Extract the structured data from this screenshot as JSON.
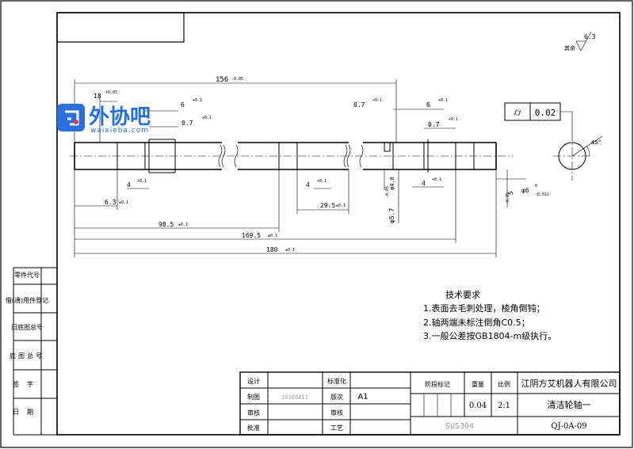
{
  "title_block": {
    "company": "江阴方艾机器人有限公司",
    "part_name": "清洁轮轴一",
    "part_number": "QJ-0A-09",
    "material": "SUS304",
    "weight_label": "重量",
    "weight_value": "0.04",
    "scale_label": "比例",
    "scale_value": "2:1",
    "stage_label": "阶段标记",
    "rows": [
      {
        "label": "设计",
        "value": "",
        "label2": "标准化",
        "value2": ""
      },
      {
        "label": "制图",
        "value": "20160811",
        "label2": "版次",
        "value2": "A1"
      },
      {
        "label": "审核",
        "value": "",
        "label2": "审核",
        "value2": ""
      },
      {
        "label": "批准",
        "value": "",
        "label2": "工艺",
        "value2": ""
      }
    ]
  },
  "side_labels": [
    "零件代号",
    "借(通)用件登记",
    "旧底图总号",
    "底图总号",
    "签字",
    "日期"
  ],
  "technical_requirements": {
    "title": "技术要求",
    "items": [
      "1.表面去毛刺处理，棱角倒钝；",
      "2.轴两端未标注倒角C0.5；",
      "3.一般公差按GB1804-m级执行。"
    ]
  },
  "surface_finish": {
    "label": "其余",
    "value": "6.3"
  },
  "geometric_tolerance": {
    "symbol": "⌭",
    "value": "0.02"
  },
  "watermark": {
    "logo_text": "外协吧",
    "url": "waixieba.com"
  },
  "dimensions": {
    "overall_156": "156",
    "overall_156_tol": "-0.05",
    "d18": "18",
    "d18_tol": "+0.05",
    "d6_left": "6",
    "d6_left_tol": "+0.1",
    "d07_left": "0.7",
    "d07_left_tol": "+0.1",
    "d07_right": "0.7",
    "d07_right_tol": "+0.1",
    "d6_right": "6",
    "d6_right_tol": "+0.1",
    "d07_right2": "0.7",
    "d07_right2_tol": "+0.1",
    "d4_a": "4",
    "d4_a_tol": "+0.1",
    "d4_b": "4",
    "d4_b_tol": "+0.1",
    "d4_c": "4",
    "d4_c_tol": "+0.1",
    "d63": "6.3",
    "d63_tol": "±0.1",
    "d985": "98.5",
    "d985_tol": "±0.1",
    "d1695": "169.5",
    "d1695_tol": "±0.1",
    "d180": "180",
    "d180_tol": "±0.1",
    "d295": "29.5",
    "d295_tol": "±0.1",
    "dia57": "φ5.7",
    "dia57_tol": "-0.05",
    "dia48": "φ4.8",
    "dia6": "φ6",
    "dia6_tol_upper": "0",
    "dia6_tol_lower": "-0.012",
    "d5": "5",
    "d5_tol": "-0.05",
    "angle": "45°"
  }
}
